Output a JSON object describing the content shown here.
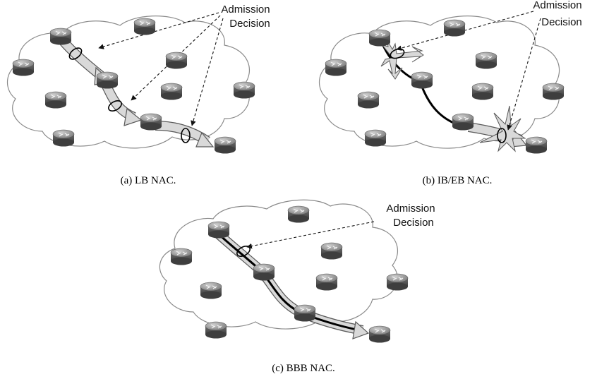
{
  "panels": {
    "a": {
      "caption": "(a)  LB NAC.",
      "annotation": [
        "Admission",
        "Decision"
      ]
    },
    "b": {
      "caption": "(b)  IB/EB NAC.",
      "annotation": [
        "Admission",
        "Decision"
      ]
    },
    "c": {
      "caption": "(c)  BBB NAC.",
      "annotation": [
        "Admission",
        "Decision"
      ]
    }
  },
  "icons": {
    "node": "router-icon"
  }
}
